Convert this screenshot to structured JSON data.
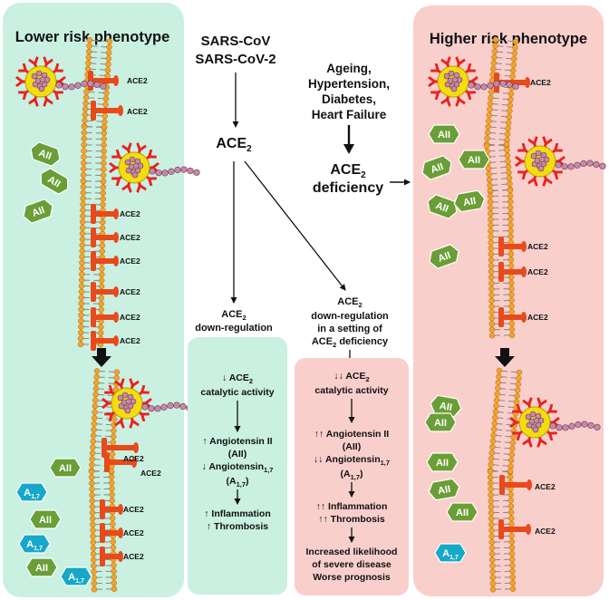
{
  "left_panel": {
    "title": "Lower risk phenotype",
    "ace2_label": "ACE2",
    "all_label": "AII",
    "a17": {
      "base": "A",
      "sub": "1,7"
    }
  },
  "right_panel": {
    "title": "Higher risk phenotype",
    "ace2_label": "ACE2",
    "all_label": "AII",
    "a17": {
      "base": "A",
      "sub": "1,7"
    }
  },
  "center": {
    "virus_line1": "SARS-CoV",
    "virus_line2": "SARS-CoV-2",
    "ace2": {
      "base": "ACE",
      "sub": "2"
    },
    "risk_factors": [
      "Ageing,",
      "Hypertension,",
      "Diabetes,",
      "Heart Failure"
    ],
    "deficiency": {
      "base": "ACE",
      "sub": "2",
      "line2": "deficiency"
    },
    "downreg_left": {
      "base": "ACE",
      "sub": "2",
      "line2": "down-regulation"
    },
    "downreg_right": {
      "line1": {
        "base": "ACE",
        "sub": "2"
      },
      "line2": "down-regulation",
      "line3": "in a setting of",
      "line4": {
        "base": "ACE",
        "sub": "2",
        "tail": " deficiency"
      }
    }
  },
  "box_left": {
    "catalytic": {
      "prefix": "↓ ACE",
      "sub": "2",
      "line2": "catalytic activity"
    },
    "ang2": {
      "line1": "↑ Angiotensin II",
      "line2": "(AII)"
    },
    "ang17": {
      "prefix": "↓ Angiotensin",
      "sub": "1,7",
      "line2": {
        "base": "(A",
        "sub": "1,7",
        "tail": ")"
      }
    },
    "outcome": [
      "↑ Inflammation",
      "↑ Thrombosis"
    ]
  },
  "box_right": {
    "catalytic": {
      "prefix": "↓↓ ACE",
      "sub": "2",
      "line2": "catalytic activity"
    },
    "ang2": {
      "line1": "↑↑ Angiotensin II",
      "line2": "(AII)"
    },
    "ang17": {
      "prefix": "↓↓ Angiotensin",
      "sub": "1,7",
      "line2": {
        "base": "(A",
        "sub": "1,7",
        "tail": ")"
      }
    },
    "outcome": [
      "↑↑ Inflammation",
      "↑↑ Thrombosis"
    ],
    "prognosis": [
      "Increased likelihood",
      "of severe disease",
      "Worse prognosis"
    ]
  },
  "colors": {
    "left_panel_bg": "#c9f0e0",
    "right_panel_bg": "#f9cfcc",
    "left_box_bg": "#c9f0e0",
    "right_box_bg": "#f9cfcc",
    "virus_core": "#f5dc10",
    "virus_spike": "#e8231f",
    "receptor": "#e84a1c",
    "lipid_head": "#f2a32c",
    "all_hex": "#6a9e36",
    "a17_hex": "#16a8c8"
  }
}
